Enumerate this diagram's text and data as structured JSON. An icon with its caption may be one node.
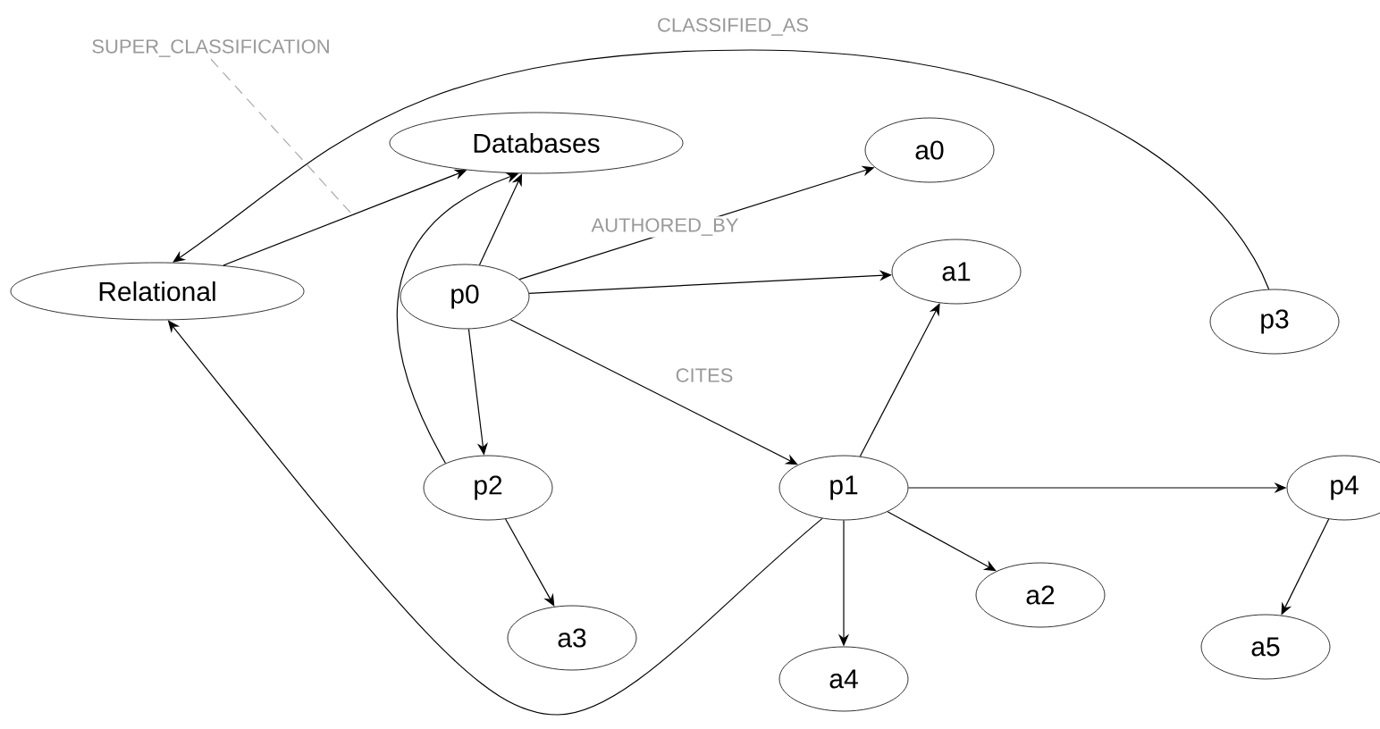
{
  "diagram": {
    "nodes": [
      {
        "text": [
          "SUPER_CLASSIFICATION"
        ]
      },
      {
        "text": [
          "Databases"
        ]
      },
      {
        "text": [
          "Relational"
        ]
      },
      {
        "text": [
          "p0"
        ]
      },
      {
        "text": [
          "a0"
        ]
      },
      {
        "text": [
          "a1"
        ]
      },
      {
        "text": [
          "p3"
        ]
      },
      {
        "text": [
          "p2"
        ]
      },
      {
        "text": [
          "p1"
        ]
      },
      {
        "text": [
          "p4"
        ]
      },
      {
        "text": [
          "a3"
        ]
      },
      {
        "text": [
          "a2"
        ]
      },
      {
        "text": [
          "a4"
        ]
      },
      {
        "text": [
          "a5"
        ]
      }
    ],
    "edges": [
      {
        "from": 0,
        "to": null,
        "arrow": "none",
        "style": "dashed",
        "color": "#aaaaaa"
      },
      {
        "from": 2,
        "to": 1,
        "arrow": "to"
      },
      {
        "from": 6,
        "to": 2,
        "arrow": "to",
        "label": "CLASSIFIED_AS"
      },
      {
        "from": 3,
        "to": 1,
        "arrow": "to"
      },
      {
        "from": 7,
        "to": 1,
        "arrow": "to"
      },
      {
        "from": 3,
        "to": 4,
        "arrow": "to",
        "label": "AUTHORED_BY"
      },
      {
        "from": 3,
        "to": 5,
        "arrow": "to"
      },
      {
        "from": 3,
        "to": 7,
        "arrow": "to"
      },
      {
        "from": 3,
        "to": 8,
        "arrow": "to",
        "label": "CITES"
      },
      {
        "from": 8,
        "to": 5,
        "arrow": "to"
      },
      {
        "from": 7,
        "to": 10,
        "arrow": "to"
      },
      {
        "from": 8,
        "to": 9,
        "arrow": "to"
      },
      {
        "from": 8,
        "to": 11,
        "arrow": "to"
      },
      {
        "from": 8,
        "to": 12,
        "arrow": "to"
      },
      {
        "from": 8,
        "to": 2,
        "arrow": "to"
      },
      {
        "from": 9,
        "to": 13,
        "arrow": "to"
      }
    ]
  }
}
